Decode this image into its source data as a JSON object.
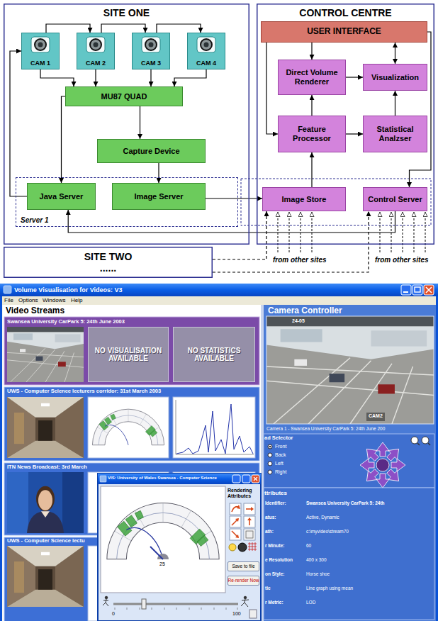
{
  "diagram": {
    "nodes": [
      {
        "text": [
          "SITE ONE"
        ]
      },
      {
        "text": [
          "CAM 1"
        ],
        "in": 0
      },
      {
        "text": [
          "CAM 2"
        ],
        "in": 0
      },
      {
        "text": [
          "CAM 3"
        ],
        "in": 0
      },
      {
        "text": [
          "CAM 4"
        ],
        "in": 0
      },
      {
        "text": [
          "MU87 QUAD"
        ],
        "in": 0
      },
      {
        "text": [
          "Capture Device"
        ],
        "in": 0
      },
      {
        "text": [
          "Server 1"
        ],
        "in": 0
      },
      {
        "text": [
          "Java Server"
        ],
        "in": 7
      },
      {
        "text": [
          "Image Server"
        ],
        "in": 7
      },
      {
        "text": [
          "CONTROL CENTRE"
        ]
      },
      {
        "text": [
          "USER INTERFACE"
        ],
        "in": 10
      },
      {
        "text": [
          "Direct Volume Renderer"
        ],
        "in": 10
      },
      {
        "text": [
          "Visualization"
        ],
        "in": 10
      },
      {
        "text": [
          "Feature Processor"
        ],
        "in": 10
      },
      {
        "text": [
          "Statistical Analzser"
        ],
        "in": 10
      },
      {
        "text": [
          "Image Store"
        ],
        "in": 10
      },
      {
        "text": [
          "Control Server"
        ],
        "in": 10
      },
      {
        "text": [
          "SITE TWO",
          "......"
        ]
      },
      {
        "text": [
          "NO VISUALISATION AVAILABLE"
        ]
      },
      {
        "text": [
          "NO STATISTICS AVAILABLE"
        ]
      },
      {
        "text": [
          "Save to file"
        ]
      },
      {
        "text": [
          "Re-render Now"
        ]
      }
    ],
    "edges": [
      {
        "from": 1,
        "to": 2,
        "arrow": "to"
      },
      {
        "from": 2,
        "to": 3,
        "arrow": "to"
      },
      {
        "from": 3,
        "to": 4,
        "arrow": "to"
      },
      {
        "from": 1,
        "to": 5,
        "arrow": "to"
      },
      {
        "from": 2,
        "to": 5,
        "arrow": "to"
      },
      {
        "from": 3,
        "to": 5,
        "arrow": "to"
      },
      {
        "from": 4,
        "to": 5,
        "arrow": "to"
      },
      {
        "from": 5,
        "to": 6,
        "arrow": "to"
      },
      {
        "from": 5,
        "to": 8,
        "arrow": "to"
      },
      {
        "from": 6,
        "to": 9,
        "arrow": "to"
      },
      {
        "from": 8,
        "to": 1,
        "arrow": "to"
      },
      {
        "from": 9,
        "to": 16,
        "arrow": "to"
      },
      {
        "from": 17,
        "to": 8,
        "arrow": "to"
      },
      {
        "from": 16,
        "to": 14,
        "arrow": "to"
      },
      {
        "from": 11,
        "to": 12,
        "arrow": "to"
      },
      {
        "from": 14,
        "to": 12,
        "arrow": "to"
      },
      {
        "from": 12,
        "to": 13,
        "arrow": "to"
      },
      {
        "from": 13,
        "to": 11,
        "arrow": "both"
      },
      {
        "from": 11,
        "to": 14,
        "arrow": "to"
      },
      {
        "from": 14,
        "to": 15,
        "arrow": "to"
      },
      {
        "from": 15,
        "to": 13,
        "arrow": "to"
      },
      {
        "from": 11,
        "to": 17,
        "arrow": "to"
      },
      {
        "from": 18,
        "to": 16,
        "arrow": "to"
      },
      {
        "from": 18,
        "to": 17,
        "arrow": "to"
      }
    ],
    "labels": [
      "from other sites",
      "from other sites",
      "Volume Visualisation for Videos: V3",
      "File",
      "Options",
      "Windows",
      "Help",
      "Video Streams",
      "Swansea University CarPark 5: 24th June 2003",
      "UWS - Computer Science lecturers corridor: 31st March 2003",
      "ITN News Broadcast: 3rd March",
      "UWS - Computer Science lectu",
      "Camera Controller",
      "24-05",
      "CAM2",
      "Camera 1 - Swansea University CarPark 5: 24th June 200",
      "ad Selector",
      "Front",
      "Back",
      "Left",
      "Right",
      "ttributes",
      "Identifier:",
      "Swansea University CarPark 5: 24th",
      "atus:",
      "Active, Dynamic",
      "ath:",
      "c:\\myvideo\\stream70",
      "r Minute:",
      "60",
      "e Resolution",
      "400 x 300",
      "on Style:",
      "Horse shoe",
      "tic",
      "Line graph using mean",
      "r Metric:",
      "LOD",
      "VIS: University of Wales Swansea - Computer Science",
      "Rendering Attributes",
      "25",
      "0",
      "100"
    ]
  }
}
